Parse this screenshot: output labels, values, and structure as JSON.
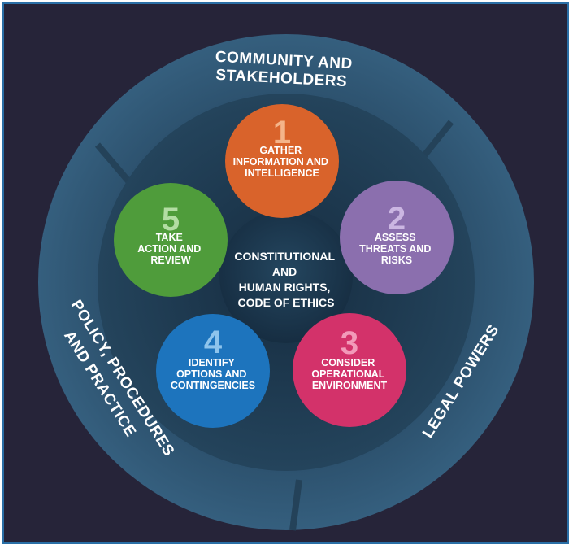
{
  "outer_ring": {
    "top_label_line1": "COMMUNITY AND",
    "top_label_line2": "STAKEHOLDERS",
    "right_label": "LEGAL POWERS",
    "left_label_line1": "POLICY, PROCEDURES",
    "left_label_line2": "AND PRACTICE"
  },
  "center": {
    "line1": "CONSTITUTIONAL",
    "line2": "AND",
    "line3": "HUMAN RIGHTS,",
    "line4": "CODE OF ETHICS"
  },
  "steps": [
    {
      "number": "1",
      "line1": "GATHER",
      "line2": "INFORMATION AND",
      "line3": "INTELLIGENCE",
      "color": "#d9632b",
      "number_color": "#f4b48a"
    },
    {
      "number": "2",
      "line1": "ASSESS",
      "line2": "THREATS AND",
      "line3": "RISKS",
      "color": "#8b6fae",
      "number_color": "#cbb6e2"
    },
    {
      "number": "3",
      "line1": "CONSIDER",
      "line2": "OPERATIONAL",
      "line3": "ENVIRONMENT",
      "color": "#d3326a",
      "number_color": "#f29ab9"
    },
    {
      "number": "4",
      "line1": "IDENTIFY",
      "line2": "OPTIONS AND",
      "line3": "CONTINGENCIES",
      "color": "#1d74bd",
      "number_color": "#8ec4ec"
    },
    {
      "number": "5",
      "line1": "TAKE",
      "line2": "ACTION AND",
      "line3": "REVIEW",
      "color": "#4f9c3b",
      "number_color": "#b3dda3"
    }
  ],
  "colors": {
    "background": "#262439",
    "outer_ring": "#2f5672",
    "inner_ring": "#27475f",
    "center": "#1c3a52"
  }
}
